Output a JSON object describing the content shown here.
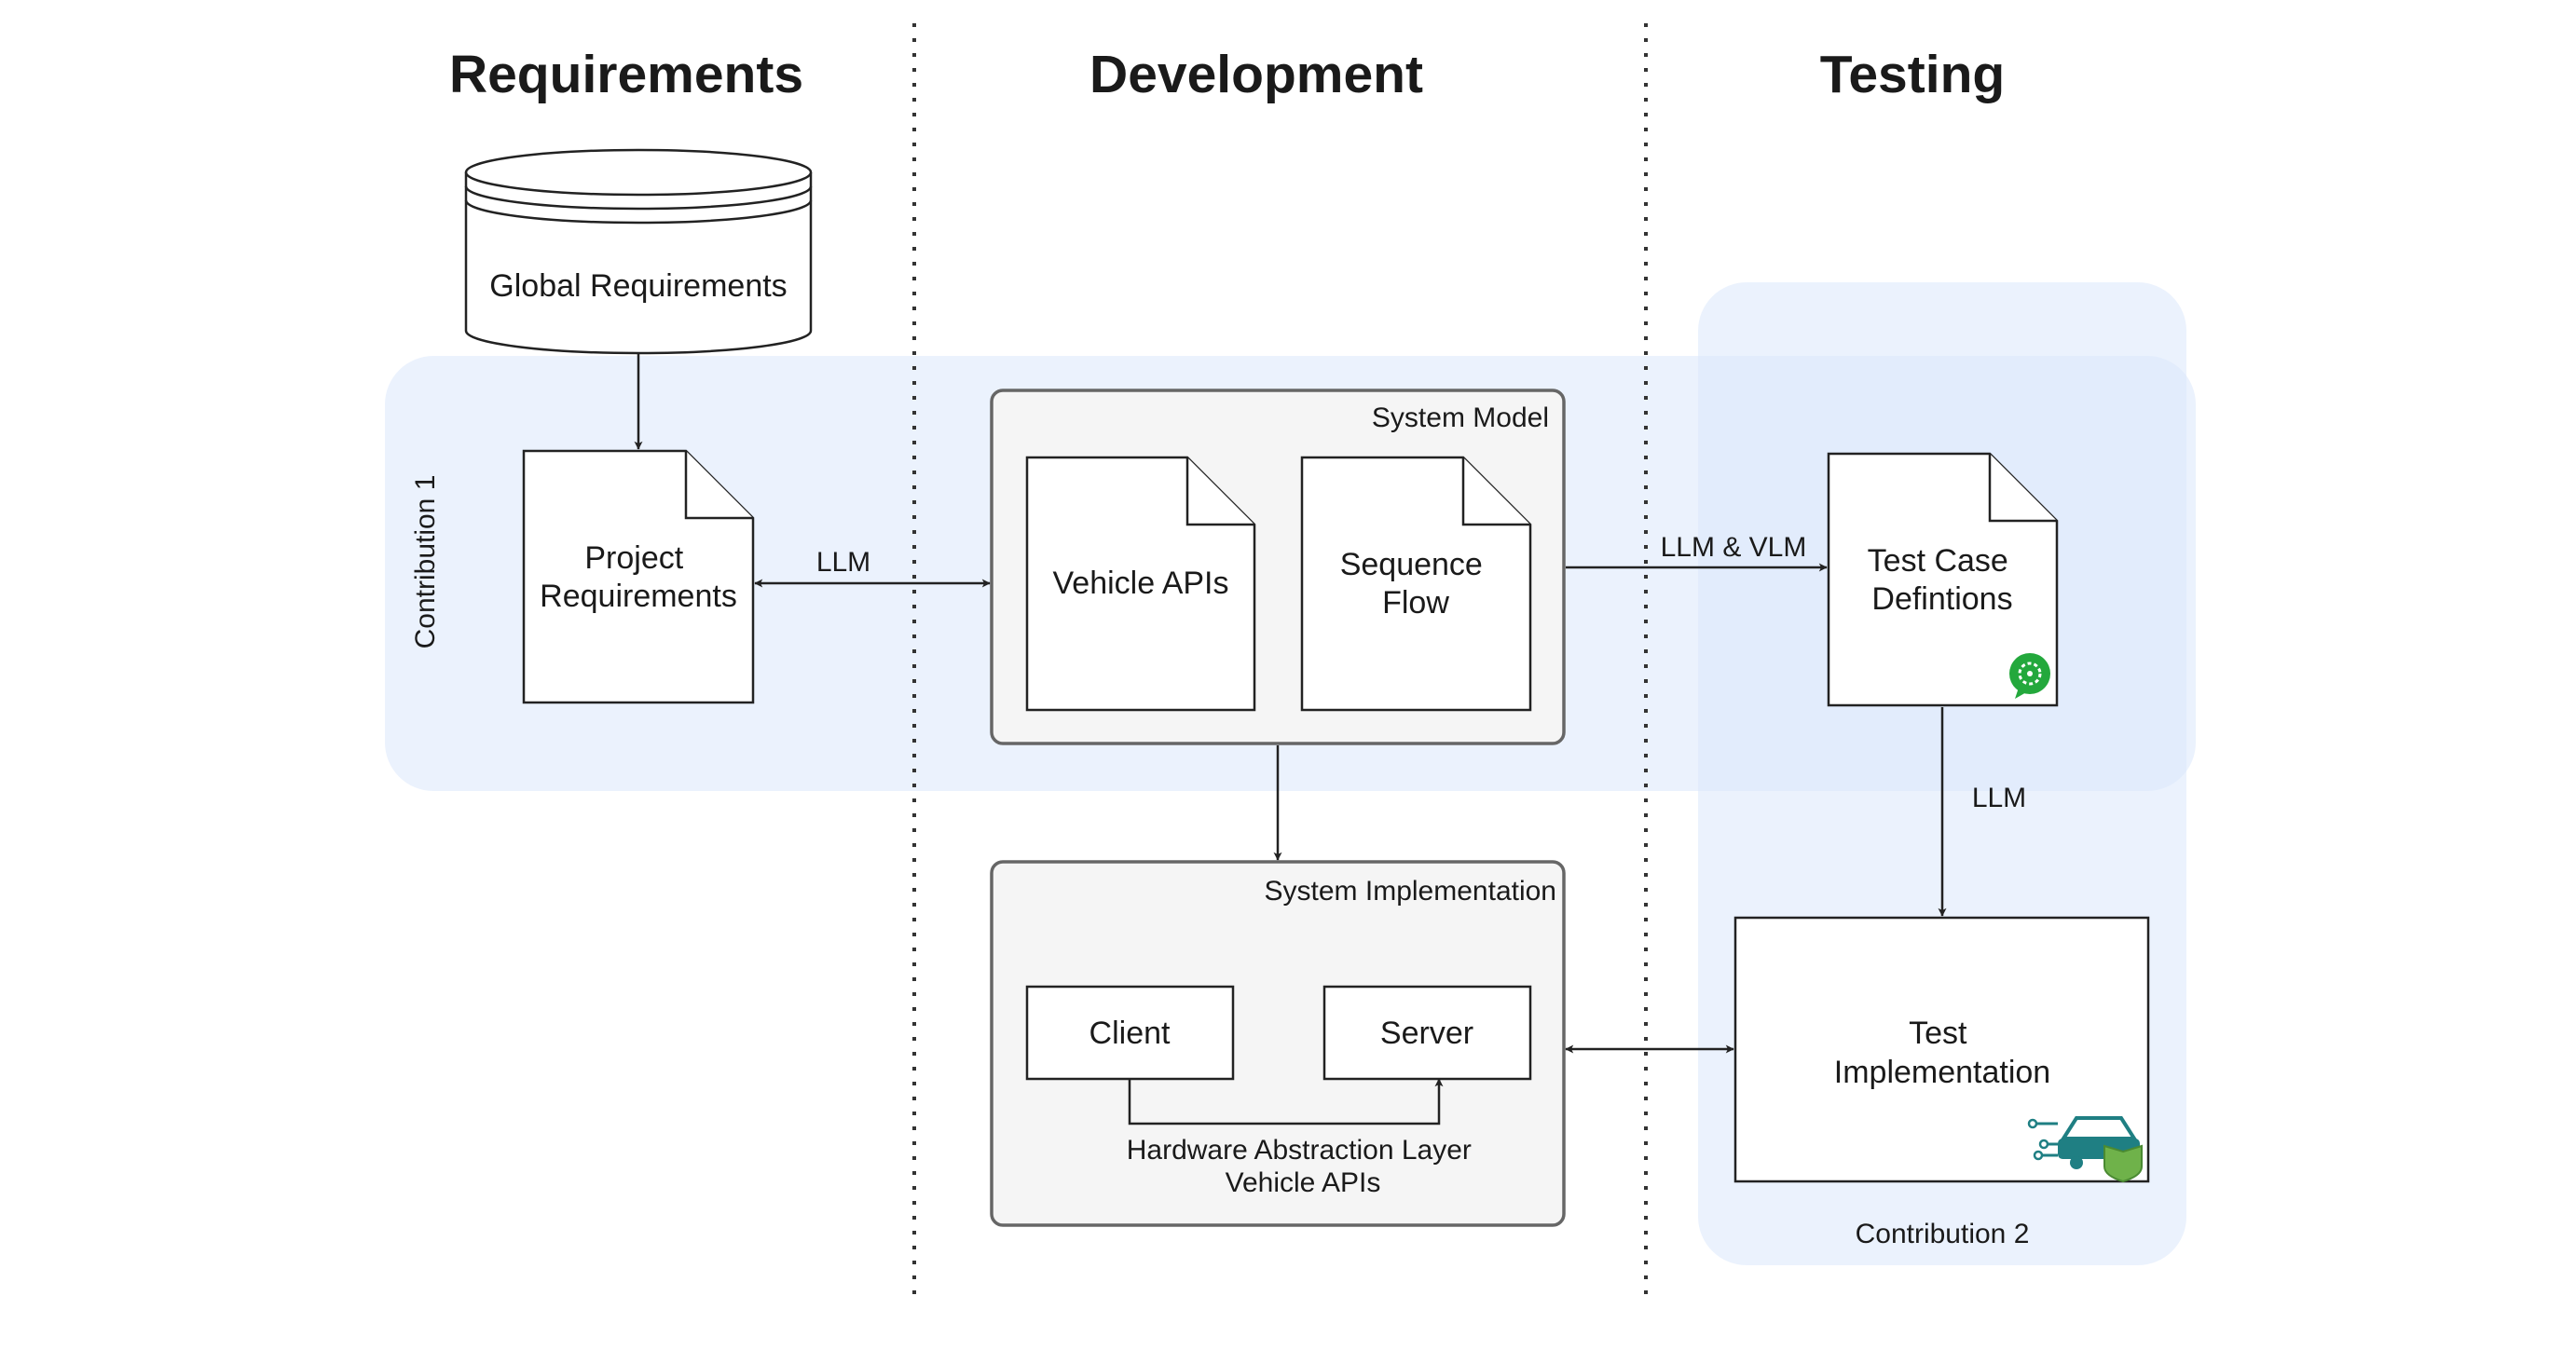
{
  "columns": {
    "requirements": "Requirements",
    "development": "Development",
    "testing": "Testing"
  },
  "nodes": {
    "global_requirements": "Global Requirements",
    "project_requirements": [
      "Project",
      "Requirements"
    ],
    "system_model": "System Model",
    "vehicle_apis": "Vehicle APIs",
    "sequence_flow": [
      "Sequence",
      "Flow"
    ],
    "test_case_definitions": [
      "Test Case",
      "Defintions"
    ],
    "system_implementation": "System Implementation",
    "client": "Client",
    "server": "Server",
    "hal_caption": [
      "Hardware Abstraction Layer",
      "Vehicle APIs"
    ],
    "test_implementation": [
      "Test",
      "Implementation"
    ]
  },
  "edges": {
    "llm_left": "LLM",
    "llm_vlm": "LLM & VLM",
    "llm_down": "LLM"
  },
  "regions": {
    "contribution_1": "Contribution 1",
    "contribution_2": "Contribution 2"
  },
  "colors": {
    "contribution_fill": "#dae8fc",
    "container_fill": "#f5f5f5",
    "cucumber_green": "#23a83c",
    "car_teal": "#1f7f83"
  },
  "icons": {
    "test_case": "cucumber-icon",
    "test_implementation": "vehicle-circuit-icon"
  }
}
